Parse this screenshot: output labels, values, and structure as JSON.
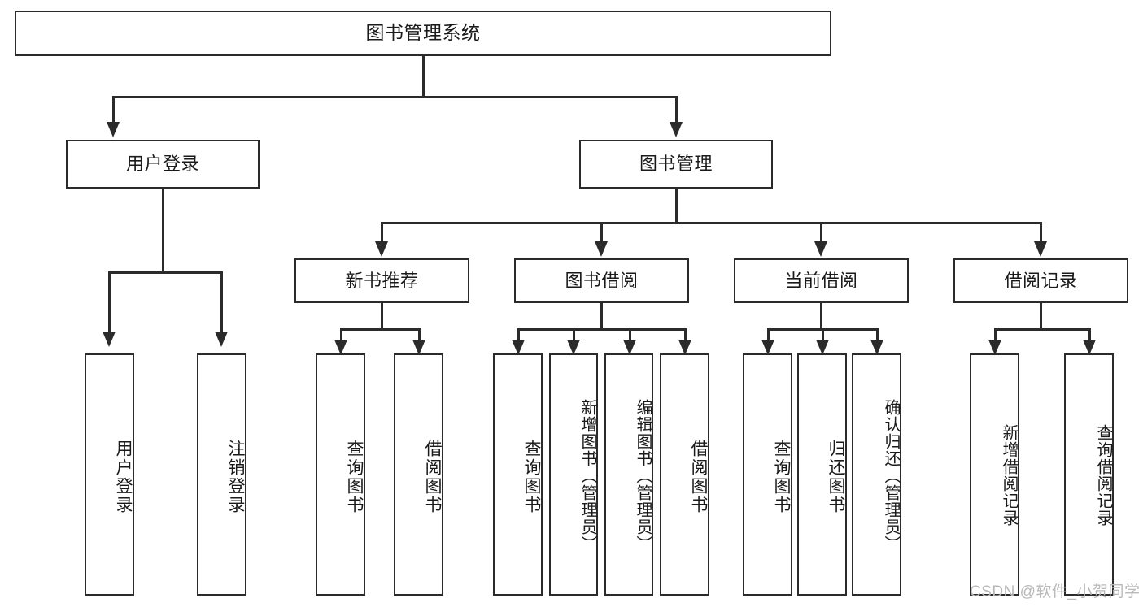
{
  "diagram": {
    "type": "tree-hierarchy",
    "title": "图书管理系统",
    "root": {
      "label": "图书管理系统"
    },
    "level2": [
      {
        "label": "用户登录"
      },
      {
        "label": "图书管理"
      }
    ],
    "level3": [
      {
        "label": "新书推荐"
      },
      {
        "label": "图书借阅"
      },
      {
        "label": "当前借阅"
      },
      {
        "label": "借阅记录"
      }
    ],
    "leaves": {
      "user_login": [
        {
          "label": "用户登录"
        },
        {
          "label": "注销登录"
        }
      ],
      "new_book_recommend": [
        {
          "label": "查询图书"
        },
        {
          "label": "借阅图书"
        }
      ],
      "book_borrow": [
        {
          "label": "查询图书"
        },
        {
          "label": "新增图书（管理员）"
        },
        {
          "label": "编辑图书（管理员）"
        },
        {
          "label": "借阅图书"
        }
      ],
      "current_borrow": [
        {
          "label": "查询图书"
        },
        {
          "label": "归还图书"
        },
        {
          "label": "确认归还（管理员）"
        }
      ],
      "borrow_record": [
        {
          "label": "新增借阅记录"
        },
        {
          "label": "查询借阅记录"
        }
      ]
    },
    "watermark": "CSDN @软件_小贺同学",
    "colors": {
      "stroke": "#2b2b2b",
      "fill": "#ffffff",
      "text": "#1a1a1a",
      "watermark": "#b9b9b9"
    }
  }
}
